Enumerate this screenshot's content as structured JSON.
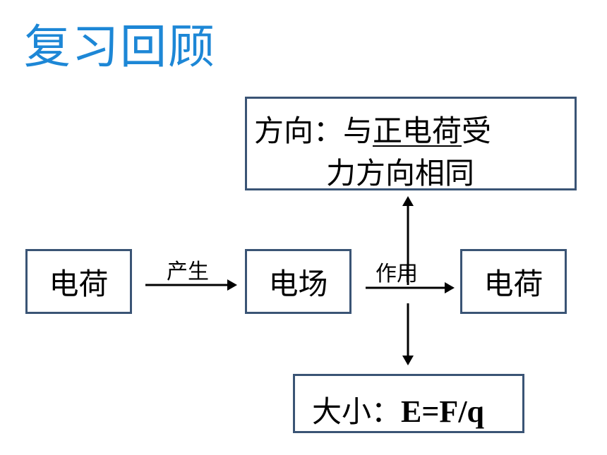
{
  "title": "复习回顾",
  "nodes": {
    "charge_left": "电荷",
    "field": "电场",
    "charge_right": "电荷"
  },
  "edges": {
    "produce": "产生",
    "act": "作用"
  },
  "direction_box": {
    "prefix": "方向：与",
    "underlined": "正电荷",
    "suffix": "受",
    "line2": "力方向相同"
  },
  "magnitude_box": {
    "label": "大小：",
    "formula": "E=F/q"
  },
  "colors": {
    "title": "#1d87d6",
    "box_border": "#3a5475",
    "text": "#000000"
  }
}
